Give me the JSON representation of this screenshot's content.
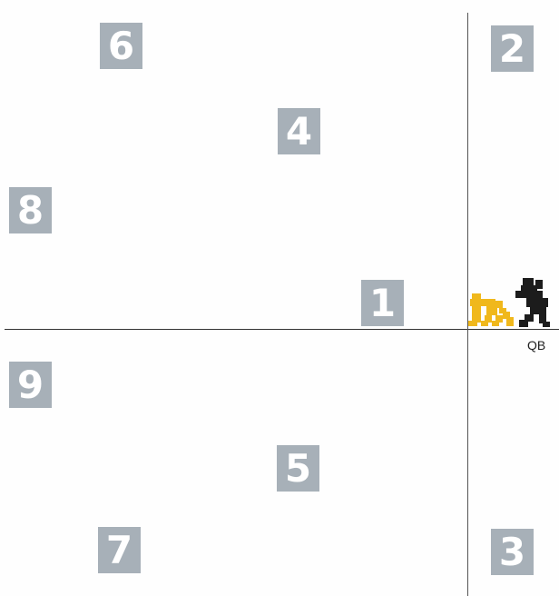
{
  "diagram": {
    "receivers": [
      {
        "id": "box-6",
        "label": "6"
      },
      {
        "id": "box-2",
        "label": "2"
      },
      {
        "id": "box-4",
        "label": "4"
      },
      {
        "id": "box-8",
        "label": "8"
      },
      {
        "id": "box-1",
        "label": "1"
      },
      {
        "id": "box-9",
        "label": "9"
      },
      {
        "id": "box-5",
        "label": "5"
      },
      {
        "id": "box-7",
        "label": "7"
      },
      {
        "id": "box-3",
        "label": "3"
      }
    ],
    "qb_label": "QB",
    "colors": {
      "box": "#a7b0b8",
      "box_text": "#ffffff",
      "center": "#f0b81c",
      "quarterback": "#1c1c1c",
      "line": "#333333"
    },
    "icons": {
      "center": "crouching-player-icon",
      "quarterback": "quarterback-player-icon"
    }
  }
}
